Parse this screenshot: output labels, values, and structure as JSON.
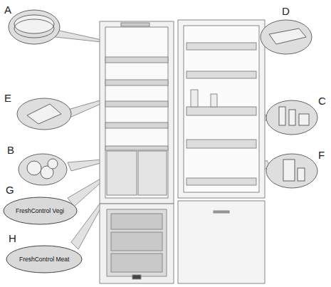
{
  "diagram": {
    "nodes": [
      {
        "text": [
          "G",
          "FreshControl Vegi"
        ]
      },
      {
        "text": [
          "H",
          "FreshControl Meat"
        ]
      }
    ],
    "labels": [
      "A",
      "D",
      "E",
      "B",
      "C",
      "F"
    ]
  }
}
